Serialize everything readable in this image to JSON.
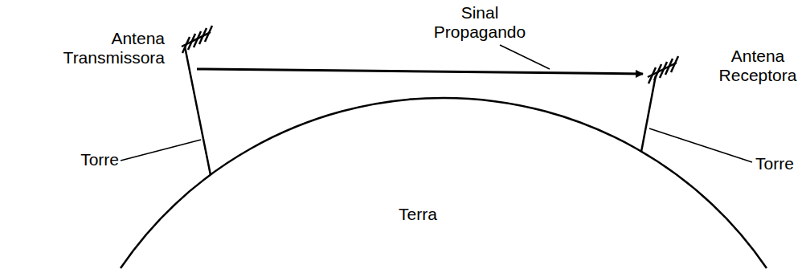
{
  "diagram": {
    "nodes": [
      {
        "text": [
          "Terra"
        ]
      }
    ],
    "labels": [
      "Sinal Propagando",
      "Antena Transmissora",
      "Antena Receptora",
      "Torre",
      "Torre"
    ]
  }
}
